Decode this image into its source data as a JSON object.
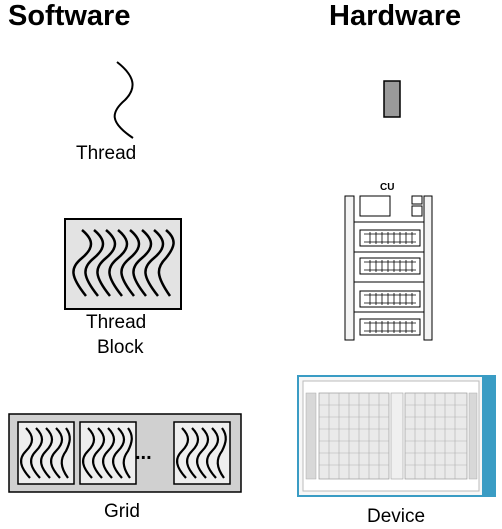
{
  "headings": {
    "software": "Software",
    "hardware": "Hardware"
  },
  "software": {
    "thread": "Thread",
    "thread_block_line1": "Thread",
    "thread_block_line2": "Block",
    "grid": "Grid",
    "grid_ellipsis": "..."
  },
  "hardware": {
    "cu_label": "CU",
    "device": "Device"
  },
  "colors": {
    "processor_fill": "#9a9a9a",
    "block_fill": "#e3e3e3",
    "grid_fill": "#d0d0d0",
    "device_border": "#3a9cc4"
  }
}
